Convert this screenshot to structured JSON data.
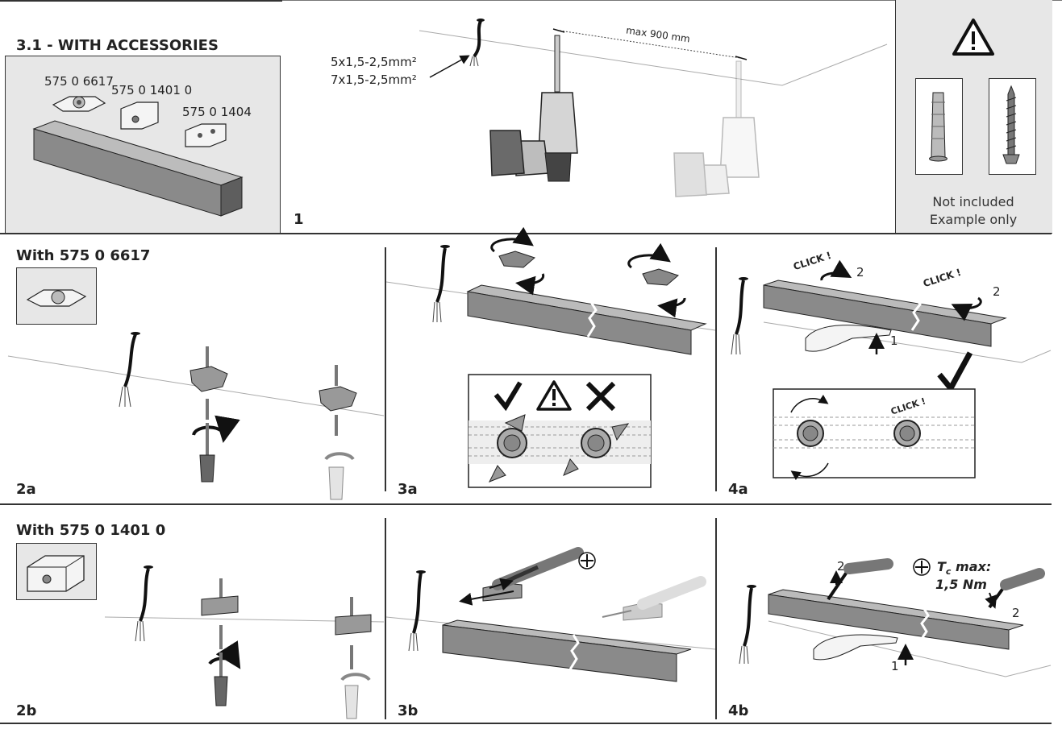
{
  "header": {
    "section_title": "3.1 - WITH ACCESSORIES"
  },
  "accessories": {
    "part_a": "575 0 6617",
    "part_b": "575 0 1401 0",
    "part_c": "575 0 1404"
  },
  "step1": {
    "number": "1",
    "cable_line1": "5x1,5-2,5mm²",
    "cable_line2": "7x1,5-2,5mm²",
    "distance": "max 900 mm"
  },
  "warning_box": {
    "line1": "Not included",
    "line2": "Example only"
  },
  "row_a": {
    "title": "With 575 0 6617",
    "step_2": "2a",
    "step_3": "3a",
    "step_4": "4a",
    "click": "CLICK !",
    "num1": "1",
    "num2": "2"
  },
  "row_b": {
    "title": "With 575 0 1401 0",
    "step_2": "2b",
    "step_3": "3b",
    "step_4": "4b",
    "torque_line1": "T",
    "torque_sub": "c",
    "torque_line1_rest": " max:",
    "torque_line2": "1,5 Nm",
    "num1": "1",
    "num2": "2"
  },
  "colors": {
    "rail": "#8a8a8a",
    "panel_bg": "#e7e7e7",
    "ink": "#1a1a1a"
  }
}
